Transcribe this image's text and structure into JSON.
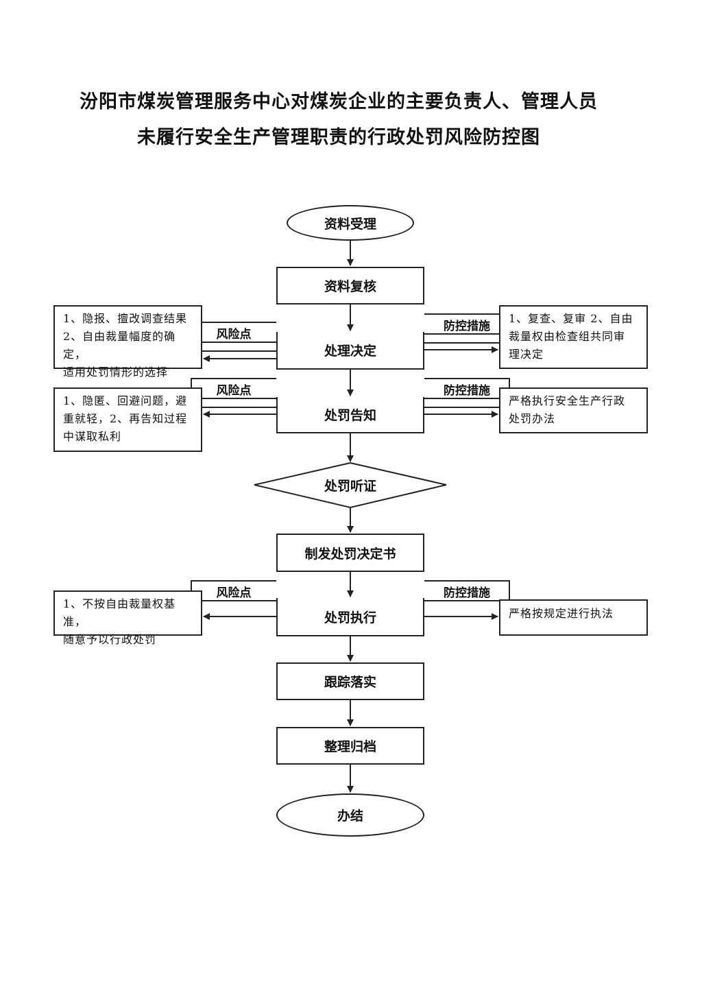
{
  "title": {
    "line1": "汾阳市煤炭管理服务中心对煤炭企业的主要负责人、管理人员",
    "line2": "未履行安全生产管理职责的行政处罚风险防控图"
  },
  "nodes": {
    "start": "资料受理",
    "review": "资料复核",
    "decision": "处理决定",
    "notice": "处罚告知",
    "hearing": "处罚听证",
    "issue": "制发处罚决定书",
    "execute": "处罚执行",
    "followup": "跟踪落实",
    "archive": "整理归档",
    "end": "办结"
  },
  "labels": {
    "risk": "风险点",
    "control": "防控措施"
  },
  "risks": {
    "decision": [
      "1、隐报、擅改调查结果",
      "2、自由裁量幅度的确定，",
      "适用处罚情形的选择"
    ],
    "notice": [
      "1、隐匿、回避问题，避",
      "重就轻，2、再告知过程",
      "中谋取私利"
    ],
    "execute": [
      "1、不按自由裁量权基准，",
      "随意予以行政处罚"
    ]
  },
  "controls": {
    "decision": [
      "1、复查、复审 2、自由",
      "裁量权由检查组共同审",
      "理决定"
    ],
    "notice": [
      "严格执行安全生产行政",
      "处罚办法"
    ],
    "execute": [
      "严格按规定进行执法"
    ]
  }
}
